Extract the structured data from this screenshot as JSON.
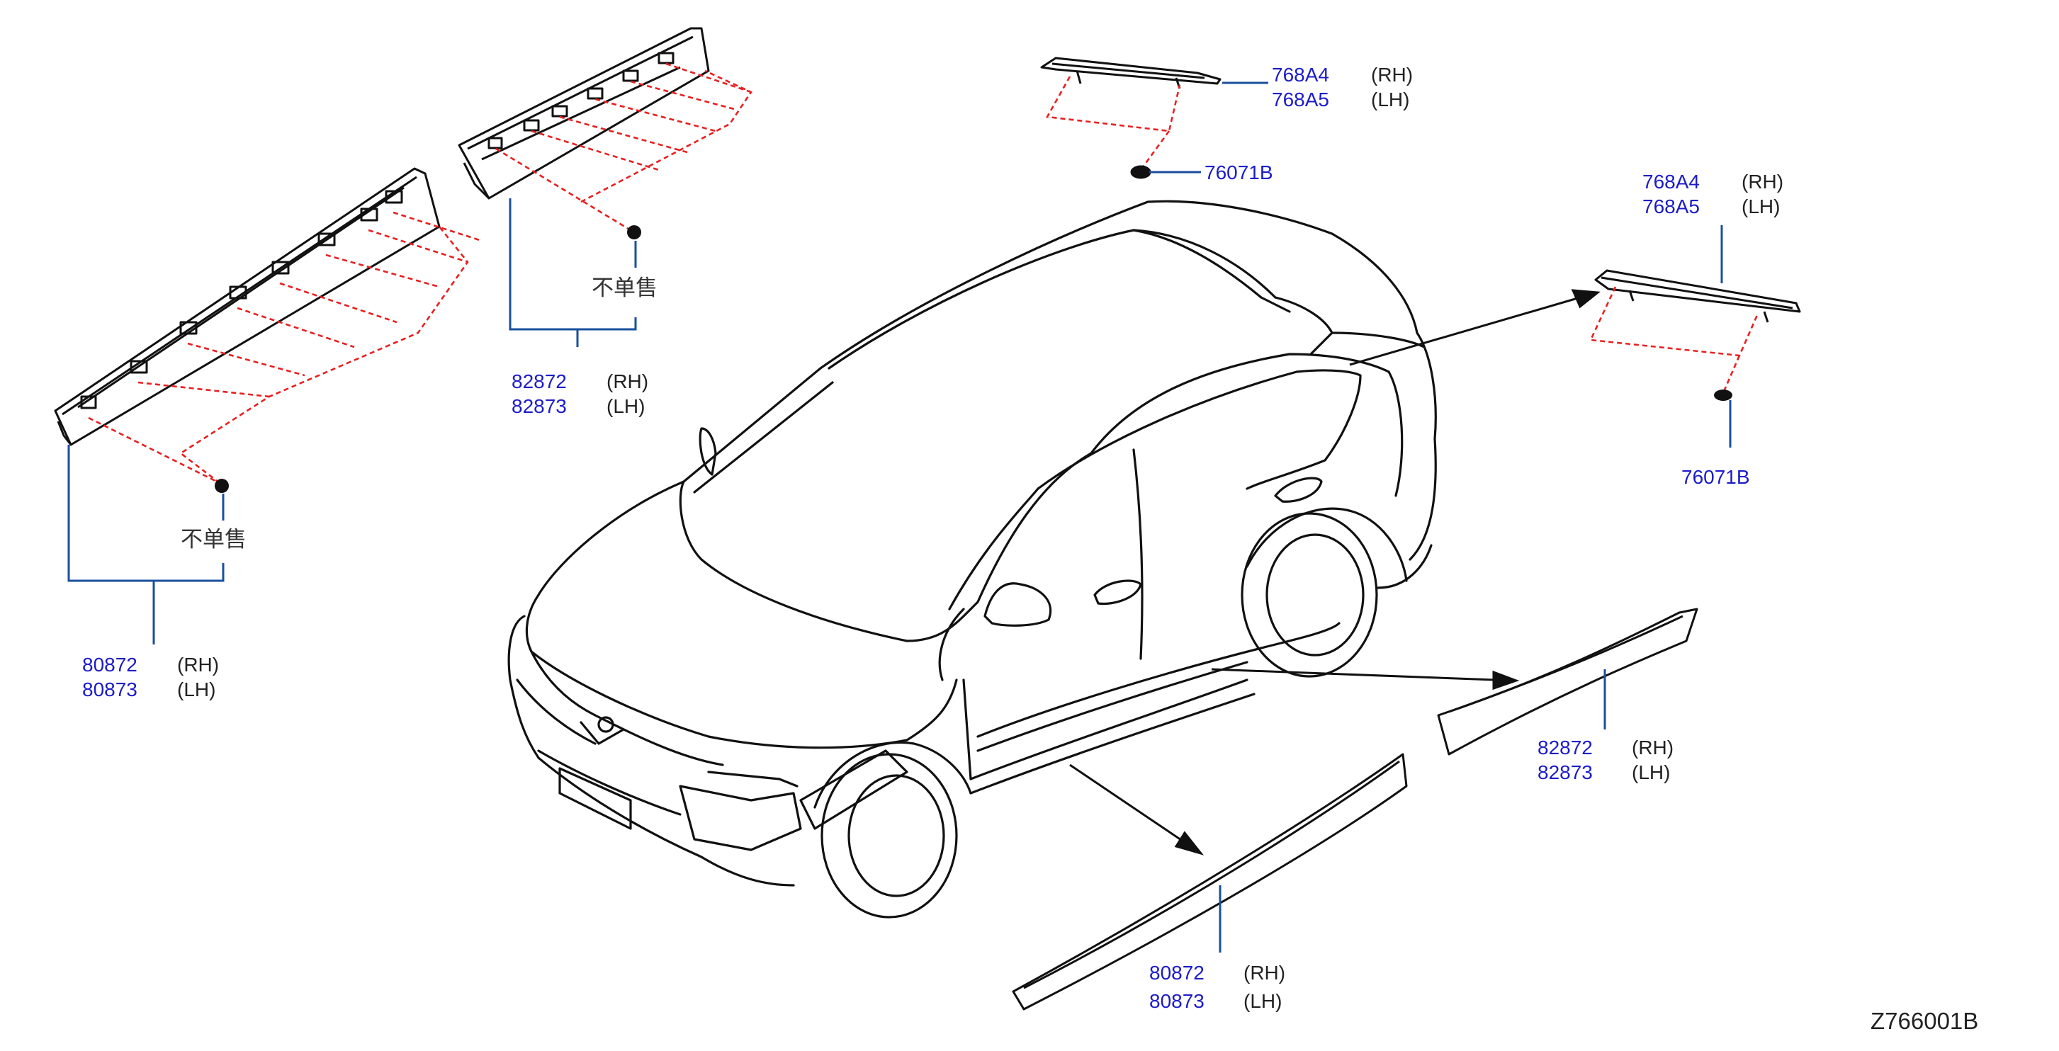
{
  "diagram_id": "Z766001B",
  "not_sold_separately": "不单售",
  "labels": {
    "roof_rear_rh": "768A4",
    "roof_rear_lh": "768A5",
    "clip_top": "76071B",
    "right_rear_rh": "768A4",
    "right_rear_lh": "768A5",
    "clip_right": "76071B",
    "front_sill_rh": "80872",
    "front_sill_lh": "80873",
    "rear_sill_rh": "82872",
    "rear_sill_lh": "82873",
    "right_sill_rh": "82872",
    "right_sill_lh": "82873",
    "bottom_sill_rh": "80872",
    "bottom_sill_lh": "80873"
  },
  "side_labels": {
    "rh": "(RH)",
    "lh": "(LH)"
  },
  "colors": {
    "part_number": "#1c1cc8",
    "leader": "#1a4f9c",
    "dashed": "#e82020",
    "line": "#111111"
  }
}
